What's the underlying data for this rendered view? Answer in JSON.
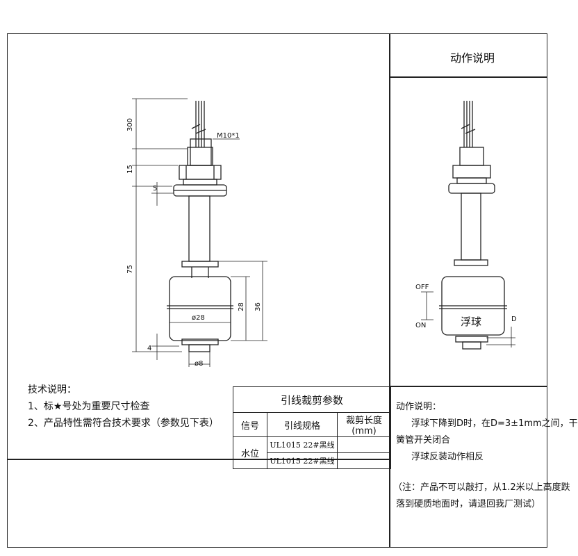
{
  "right_panel": {
    "title": "动作说明"
  },
  "drawing_left": {
    "dims": {
      "d300": "300",
      "d15": "15",
      "d5": "5",
      "d75": "75",
      "d4": "4",
      "thread": "M10*1",
      "d28": "28",
      "d36": "36",
      "dia28": "ø28",
      "dia8": "ø8"
    }
  },
  "drawing_right": {
    "off": "OFF",
    "on": "ON",
    "float": "浮球",
    "d": "D"
  },
  "tech": {
    "title": "技术说明：",
    "item1": "1、标★号处为重要尺寸检查",
    "item2": "2、产品特性需符合技术要求（参数见下表）"
  },
  "cut_table": {
    "title": "引线裁剪参数",
    "headers": [
      "信号",
      "引线规格",
      "裁剪长度(mm)"
    ],
    "signal": "水位",
    "rows": [
      {
        "spec": "UL1015 22#黑线",
        "length": ""
      },
      {
        "spec": "UL1015 22#黑线",
        "length": ""
      }
    ]
  },
  "action": {
    "title": "动作说明：",
    "line1": "浮球下降到D时，在D=3±1mm之间，干",
    "line2": "簧管开关闭合",
    "line3": "浮球反装动作相反",
    "note1": "（注：产品不可以敲打，从1.2米以上高度跌",
    "note2": "落到硬质地面时，请退回我厂测试）"
  }
}
